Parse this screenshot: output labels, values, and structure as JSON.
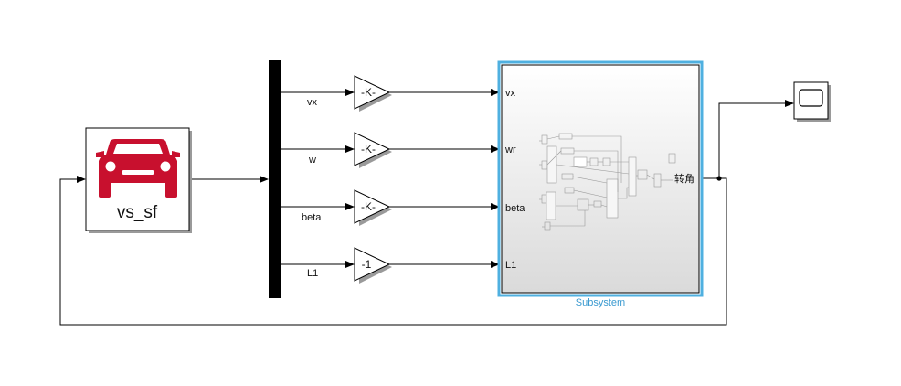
{
  "blocks": {
    "vehicle": {
      "label": "vs_sf",
      "icon": "car-icon",
      "icon_color": "#c8102e"
    },
    "gains": [
      {
        "signal": "vx",
        "value": "-K-"
      },
      {
        "signal": "w",
        "value": "-K-"
      },
      {
        "signal": "beta",
        "value": "-K-"
      },
      {
        "signal": "L1",
        "value": "-1"
      }
    ],
    "subsystem": {
      "name": "Subsystem",
      "inports": [
        "vx",
        "wr",
        "beta",
        "L1"
      ],
      "outport": "转角",
      "highlight_color": "#4fb0e0"
    },
    "scope": {
      "icon": "scope-icon"
    }
  }
}
